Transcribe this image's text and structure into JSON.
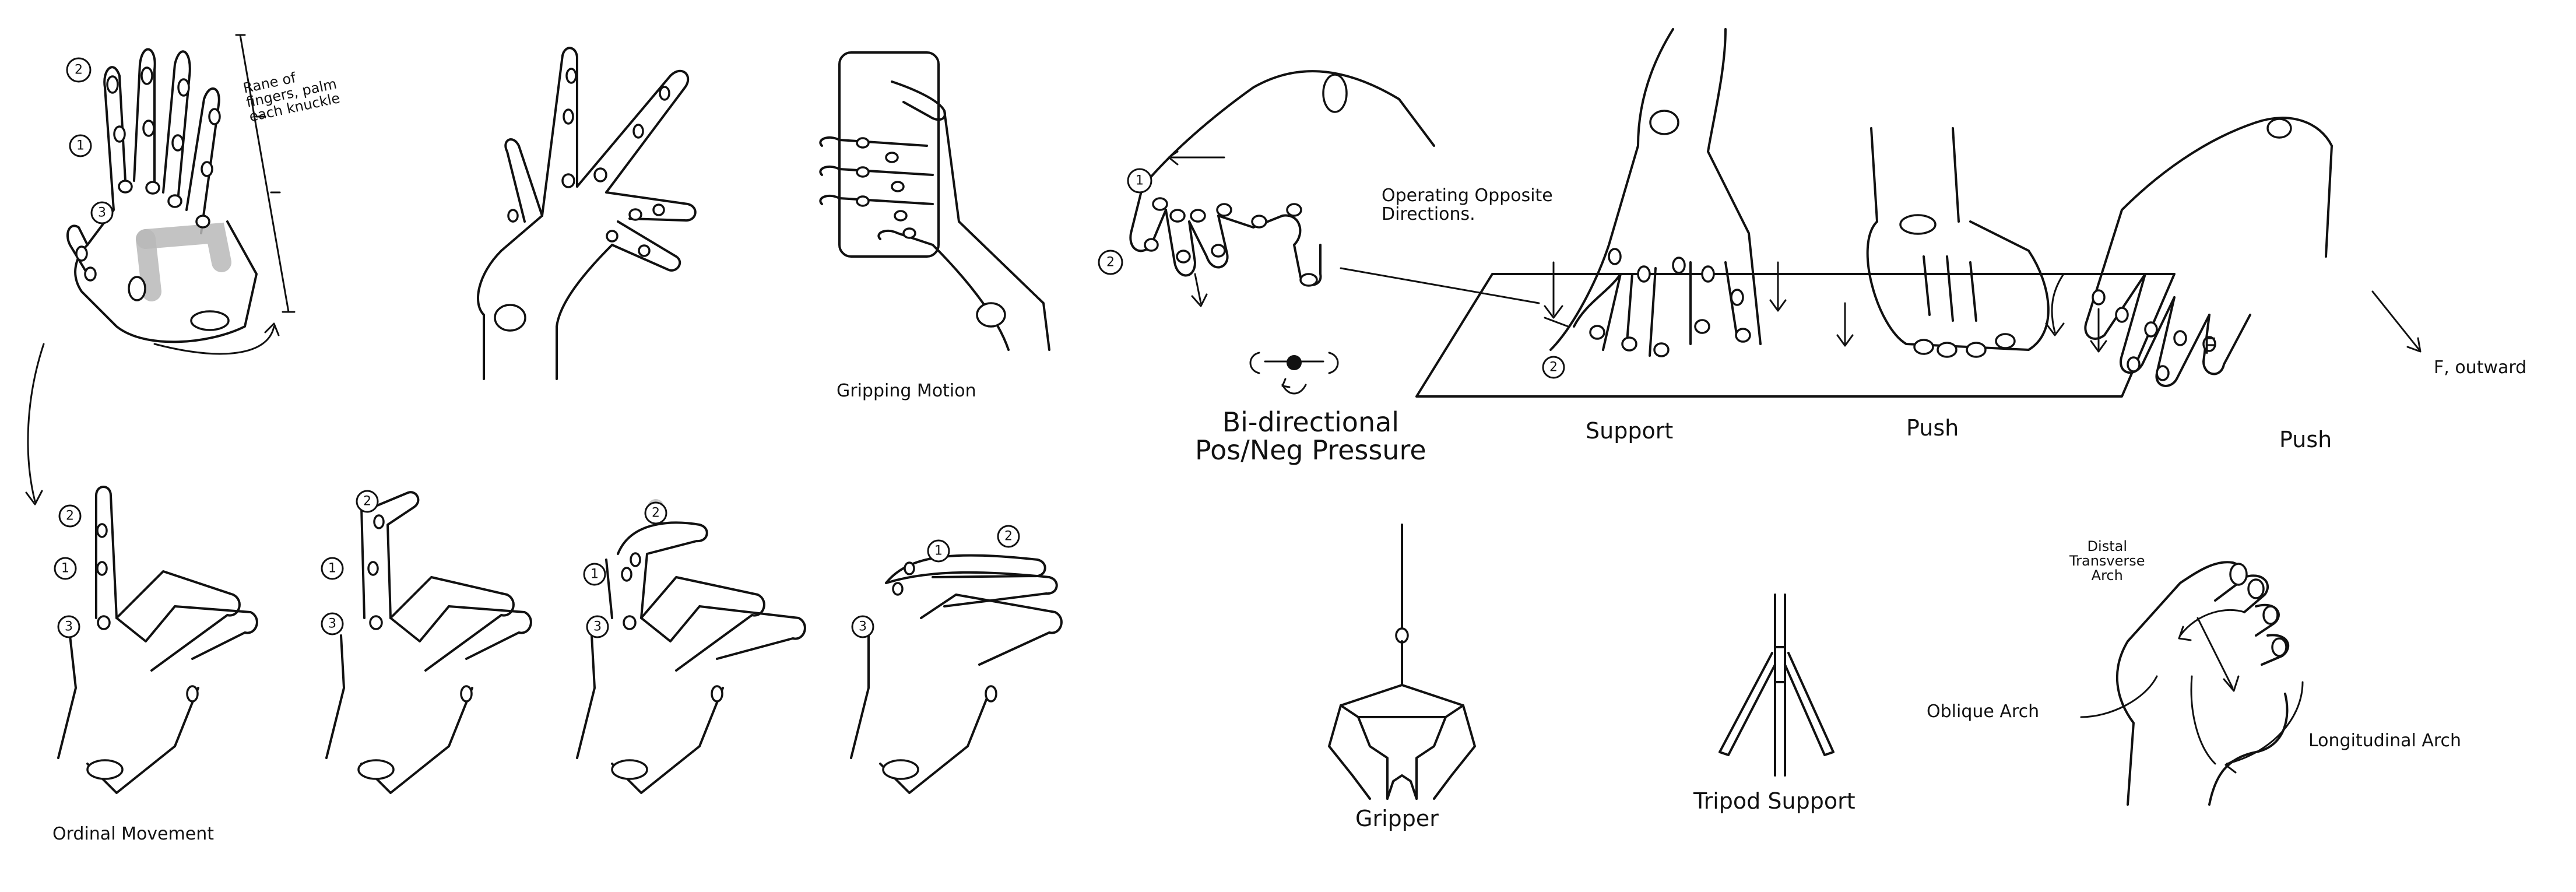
{
  "labels": {
    "range_note": "Rane of\nfingers, palm\neach knuckle",
    "gripping_motion": "Gripping Motion",
    "ordinal_movement": "Ordinal Movement",
    "operating_opposite": "Operating Opposite\nDirections.",
    "bidirectional": "Bi-directional\nPos/Neg Pressure",
    "support": "Support",
    "push_center": "Push",
    "push_right": "Push",
    "force_f": "F",
    "force_outward": "F, outward",
    "gripper": "Gripper",
    "tripod_support": "Tripod Support",
    "distal_arch": "Distal\nTransverse\nArch",
    "oblique_arch": "Oblique Arch",
    "longitudinal_arch": "Longitudinal Arch"
  },
  "markers": {
    "knuckle_numbers": [
      "2",
      "1",
      "3"
    ],
    "ordinal_sequence": [
      [
        "2",
        "1",
        "3"
      ],
      [
        "2",
        "1",
        "3"
      ],
      [
        "2",
        "1",
        "3"
      ],
      [
        "2",
        "1",
        "3"
      ]
    ],
    "bidirectional_numbers": [
      "1",
      "2"
    ],
    "support_number": "2"
  },
  "colors": {
    "ink": "#111111",
    "highlight_grey": "#b9b9b9",
    "background": "#ffffff"
  }
}
